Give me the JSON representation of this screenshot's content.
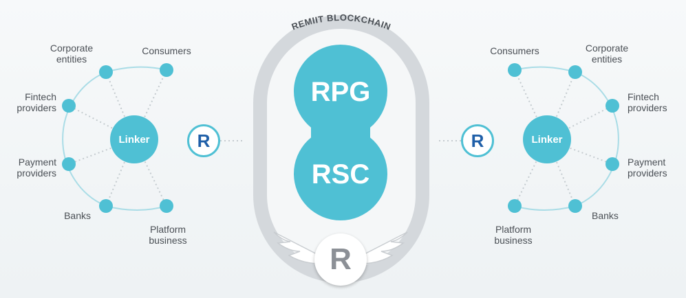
{
  "blockchain": {
    "arc_label": "REMIIT BLOCKCHAIN",
    "top_node": "RPG",
    "bottom_node": "RSC",
    "emblem_symbol": "R"
  },
  "left_network": {
    "hub_label": "Linker",
    "token_symbol": "R",
    "nodes": {
      "corporate": "Corporate\nentities",
      "consumers": "Consumers",
      "fintech": "Fintech\nproviders",
      "payment": "Payment\nproviders",
      "banks": "Banks",
      "platform": "Platform\nbusiness"
    }
  },
  "right_network": {
    "hub_label": "Linker",
    "token_symbol": "R",
    "nodes": {
      "consumers": "Consumers",
      "corporate": "Corporate\nentities",
      "fintech": "Fintech\nproviders",
      "payment": "Payment\nproviders",
      "platform": "Platform\nbusiness",
      "banks": "Banks"
    }
  },
  "colors": {
    "accent": "#4fc0d4",
    "ring": "#a9dce6",
    "frame": "#d4d8dc",
    "token_text": "#1f5fa8",
    "label_text": "#4a4f55"
  }
}
